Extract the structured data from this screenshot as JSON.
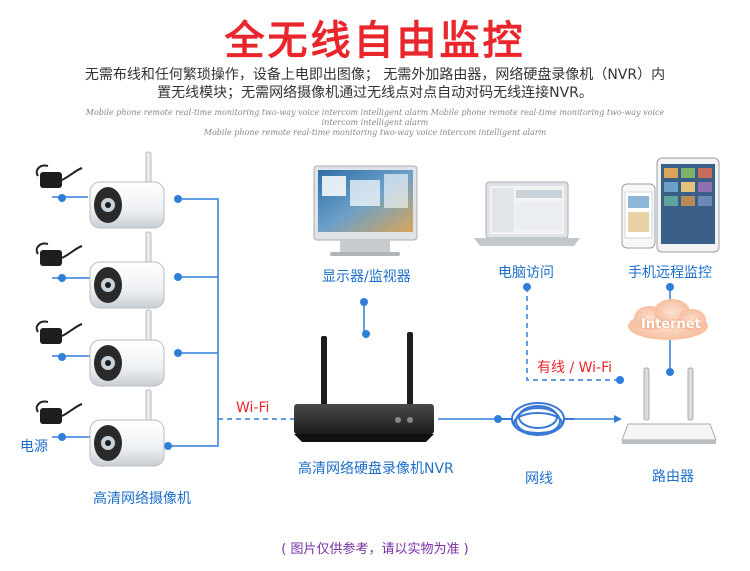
{
  "title": "全无线自由监控",
  "description": {
    "line1": "无需布线和任何繁琐操作，设备上电即出图像； 无需外加路由器，网络硬盘录像机（NVR）内",
    "line2": "置无线模块；无需网络摄像机通过无线点对点自动对码无线连接NVR。"
  },
  "subtitle": {
    "line1": "Mobile phone remote real-time monitoring two-way voice intercom intelligent alarm Mobile phone remote real-time monitoring two-way voice intercom intelligent alarm",
    "line2": "Mobile phone remote real-time monitoring two-way voice intercom intelligent alarm"
  },
  "labels": {
    "monitor": "显示器/监视器",
    "pc": "电脑访问",
    "phone": "手机远程监控",
    "internet": "Internet",
    "wired_wifi": "有线 / Wi-Fi",
    "wifi": "Wi-Fi",
    "power": "电源",
    "cameras": "高清网络摄像机",
    "nvr": "高清网络硬盘录像机NVR",
    "cable": "网线",
    "router": "路由器"
  },
  "footnote": "( 图片仅供参考，请以实物为准 )",
  "colors": {
    "title": "#e8262b",
    "label": "#1e6fc9",
    "line": "#2f7fd8",
    "footnote": "#7b2fa5"
  }
}
